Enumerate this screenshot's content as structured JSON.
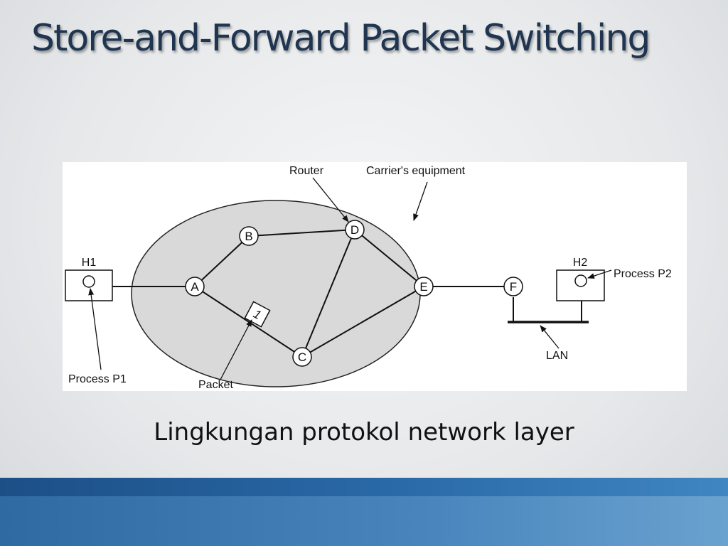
{
  "slide": {
    "title": "Store-and-Forward Packet Switching",
    "caption": "Lingkungan protokol network layer"
  },
  "diagram": {
    "callouts": {
      "router": "Router",
      "carrier": "Carrier's equipment",
      "process_p1": "Process P1",
      "process_p2": "Process P2",
      "packet": "Packet",
      "lan": "LAN"
    },
    "hosts": {
      "h1": "H1",
      "h2": "H2"
    },
    "nodes": {
      "a": "A",
      "b": "B",
      "c": "C",
      "d": "D",
      "e": "E",
      "f": "F"
    },
    "packet_number": "1"
  },
  "colors": {
    "title": "#1f3550",
    "cloud_fill": "#d9d9d9",
    "band_dark": "#1c4f86",
    "band_light": "#4a86bd"
  }
}
